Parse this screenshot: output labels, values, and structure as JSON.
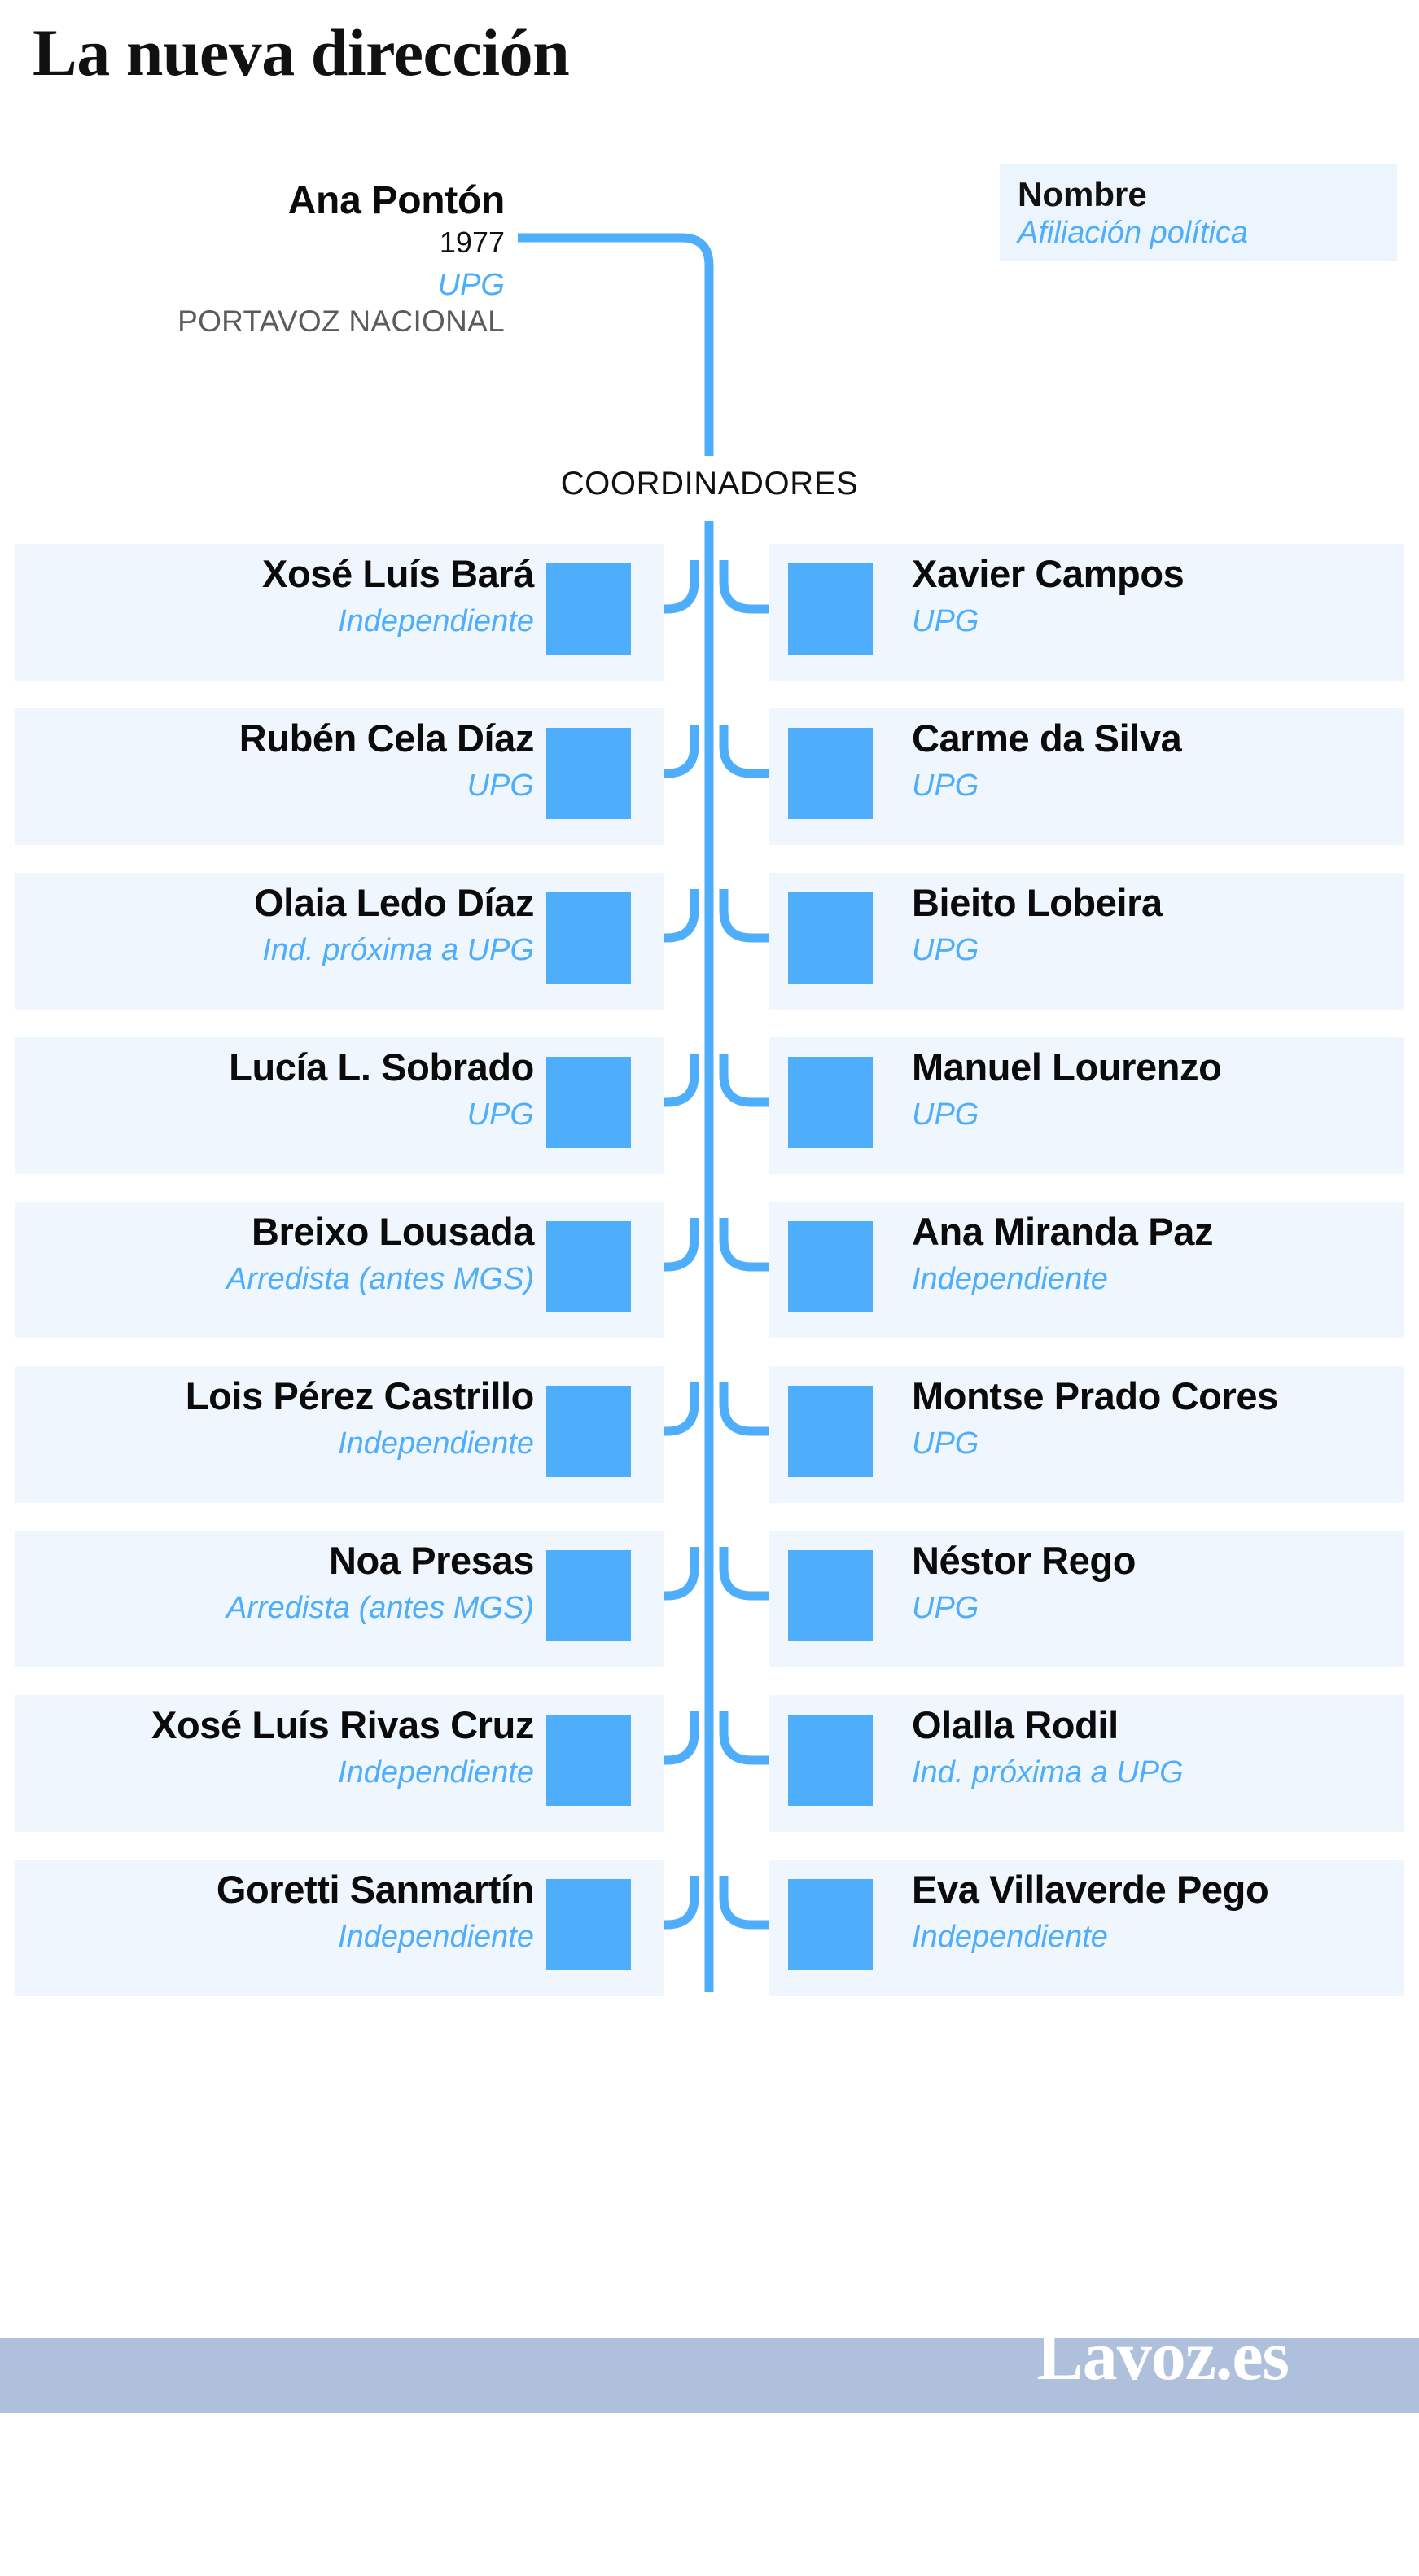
{
  "title": "La nueva dirección",
  "legend": {
    "name_label": "Nombre",
    "affiliation_label": "Afiliación política"
  },
  "leader": {
    "name": "Ana Pontón",
    "year": "1977",
    "affiliation": "UPG",
    "role": "PORTAVOZ NACIONAL"
  },
  "section_label": "COORDINADORES",
  "colors": {
    "accent_blue": "#4FAEFB",
    "panel_bg": "#EFF6FD",
    "legend_bg": "#ECF4FD",
    "footer_bar": "#AEC0DC",
    "name_text": "#0b0b0b",
    "role_text": "#5b5b5b"
  },
  "rows": [
    {
      "left": {
        "name": "Xosé Luís Bará",
        "affiliation": "Independiente"
      },
      "right": {
        "name": "Xavier Campos",
        "affiliation": "UPG"
      }
    },
    {
      "left": {
        "name": "Rubén Cela Díaz",
        "affiliation": "UPG"
      },
      "right": {
        "name": "Carme da Silva",
        "affiliation": "UPG"
      }
    },
    {
      "left": {
        "name": "Olaia Ledo Díaz",
        "affiliation": "Ind. próxima a UPG"
      },
      "right": {
        "name": "Bieito Lobeira",
        "affiliation": "UPG"
      }
    },
    {
      "left": {
        "name": "Lucía L. Sobrado",
        "affiliation": "UPG"
      },
      "right": {
        "name": "Manuel Lourenzo",
        "affiliation": "UPG"
      }
    },
    {
      "left": {
        "name": "Breixo Lousada",
        "affiliation": "Arredista (antes MGS)"
      },
      "right": {
        "name": "Ana Miranda Paz",
        "affiliation": "Independiente"
      }
    },
    {
      "left": {
        "name": "Lois Pérez Castrillo",
        "affiliation": "Independiente"
      },
      "right": {
        "name": "Montse Prado Cores",
        "affiliation": "UPG"
      }
    },
    {
      "left": {
        "name": "Noa Presas",
        "affiliation": "Arredista (antes MGS)"
      },
      "right": {
        "name": "Néstor Rego",
        "affiliation": "UPG"
      }
    },
    {
      "left": {
        "name": "Xosé Luís Rivas Cruz",
        "affiliation": "Independiente"
      },
      "right": {
        "name": "Olalla Rodil",
        "affiliation": "Ind. próxima a UPG"
      }
    },
    {
      "left": {
        "name": "Goretti Sanmartín",
        "affiliation": "Independiente"
      },
      "right": {
        "name": "Eva Villaverde Pego",
        "affiliation": "Independiente"
      }
    }
  ],
  "footer": {
    "logo": "Lavoz.es"
  }
}
